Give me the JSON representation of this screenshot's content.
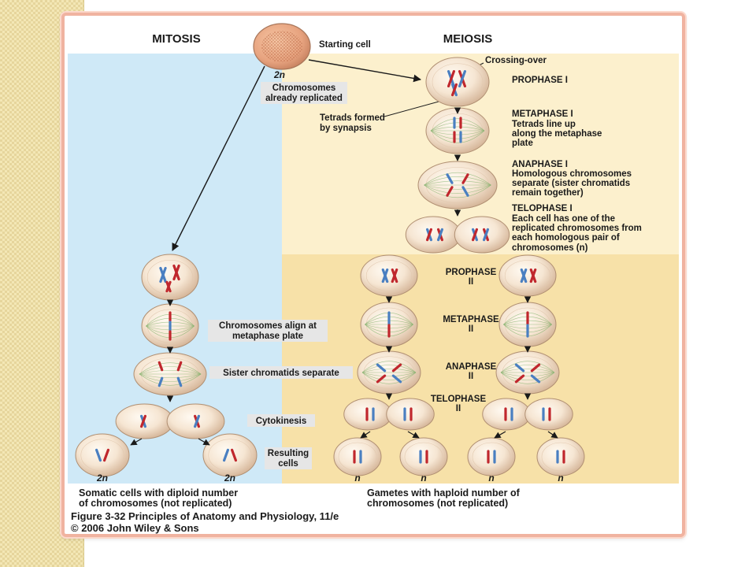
{
  "headers": {
    "mitosis": "MITOSIS",
    "meiosis": "MEIOSIS"
  },
  "top": {
    "starting_cell": "Starting cell",
    "ploidy": "2n",
    "replicated_line1": "Chromosomes",
    "replicated_line2": "already replicated",
    "crossing_over": "Crossing-over",
    "tetrads_line1": "Tetrads formed",
    "tetrads_line2": "by synapsis"
  },
  "meiosis1": {
    "prophase": "PROPHASE I",
    "metaphase_title": "METAPHASE I",
    "metaphase_desc": [
      "Tetrads line up",
      "along the metaphase",
      "plate"
    ],
    "anaphase_title": "ANAPHASE I",
    "anaphase_desc": [
      "Homologous chromosomes",
      "separate (sister chromatids",
      "remain together)"
    ],
    "telophase_title": "TELOPHASE I",
    "telophase_desc": [
      "Each cell has one of the",
      "replicated chromosomes from",
      "each homologous pair of",
      "chromosomes (n)"
    ]
  },
  "meiosis2": {
    "prophase": [
      "PROPHASE",
      "II"
    ],
    "metaphase": [
      "METAPHASE",
      "II"
    ],
    "anaphase": [
      "ANAPHASE",
      "II"
    ],
    "telophase": [
      "TELOPHASE",
      "II"
    ]
  },
  "mitosis_labels": {
    "align": [
      "Chromosomes align at",
      "metaphase plate"
    ],
    "separate": "Sister chromatids separate",
    "cytokinesis": "Cytokinesis",
    "resulting": [
      "Resulting",
      "cells"
    ]
  },
  "bottom": {
    "mitosis_ploidy": [
      "2n",
      "2n"
    ],
    "meiosis_ploidy": [
      "n",
      "n",
      "n",
      "n"
    ],
    "somatic": [
      "Somatic cells with diploid number",
      "of chromosomes (not replicated)"
    ],
    "gametes": [
      "Gametes with haploid number of",
      "chromosomes (not replicated)"
    ]
  },
  "caption": {
    "line1": "Figure 3-32  Principles of Anatomy and Physiology, 11/e",
    "line2": "© 2006 John Wiley & Sons"
  },
  "colors": {
    "mitosis_bg": "#cfe9f7",
    "meiosis1_bg": "#fcf0cd",
    "meiosis2_bg": "#f7e1a8",
    "label_box": "#e6e6e6",
    "chrom_red": "#c0272d",
    "chrom_blue": "#4a7fc1",
    "spindle": "#7fb069",
    "frame": "#f0b3a0"
  }
}
